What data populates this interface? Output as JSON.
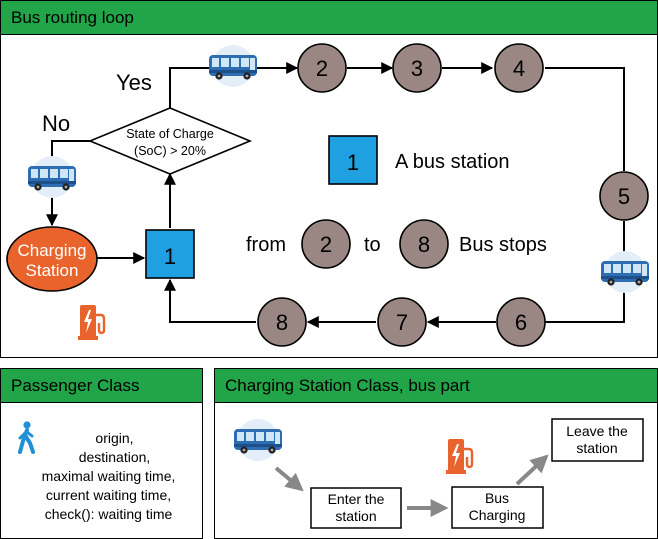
{
  "routing": {
    "title": "Bus routing loop",
    "yes_label": "Yes",
    "no_label": "No",
    "decision_line1": "State of Charge",
    "decision_line2": "(SoC) > 20%",
    "charging_line1": "Charging",
    "charging_line2": "Station",
    "station_number": "1",
    "stops": [
      "2",
      "3",
      "4",
      "5",
      "6",
      "7",
      "8"
    ],
    "legend": {
      "station_number": "1",
      "station_text": "A bus station",
      "from_text": "from",
      "from_number": "2",
      "to_text": "to",
      "to_number": "8",
      "stops_text": "Bus stops"
    }
  },
  "passenger": {
    "title": "Passenger Class",
    "attributes": [
      "origin,",
      "destination,",
      "maximal waiting time,",
      "current waiting time,",
      "check(): waiting time"
    ]
  },
  "charging_class": {
    "title": "Charging Station Class, bus part",
    "enter_line1": "Enter the",
    "enter_line2": "station",
    "charging_line1": "Bus",
    "charging_line2": "Charging",
    "leave_line1": "Leave the",
    "leave_line2": "station"
  },
  "colors": {
    "header_green": "#22a548",
    "stop_fill": "#9a8783",
    "station_blue": "#1fa0e0",
    "charging_orange": "#e8642c",
    "pump_orange": "#e8642c",
    "walker_blue": "#1f8fd6"
  },
  "icons": [
    "bus-icon",
    "charging-pump-icon",
    "pedestrian-icon"
  ]
}
